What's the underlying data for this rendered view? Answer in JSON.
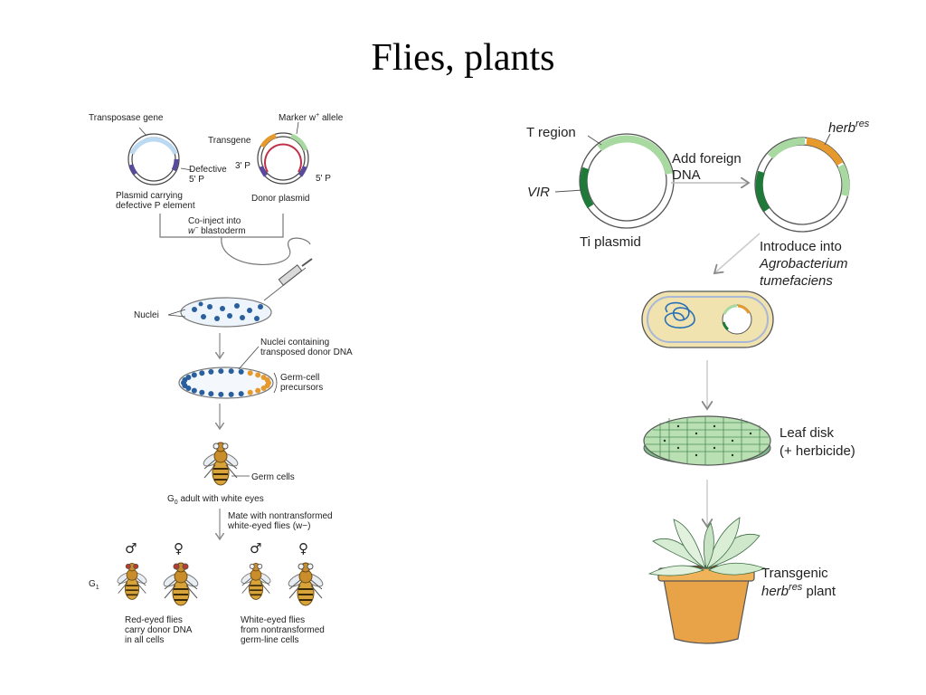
{
  "title": "Flies, plants",
  "flies": {
    "transposase_gene": "Transposase gene",
    "marker_allele": "Marker w",
    "marker_allele_sup": "+",
    "marker_allele_end": " allele",
    "transgene": "Transgene",
    "three_p": "3' P",
    "five_p_left": "5' P",
    "defective": "Defective",
    "five_p_right": "5' P",
    "plasmid_carrying_1": "Plasmid carrying",
    "plasmid_carrying_2": "defective P element",
    "donor_plasmid": "Donor plasmid",
    "coinject_1": "Co-inject into",
    "coinject_2_w": "w",
    "coinject_2_sup": "−",
    "coinject_2_end": " blastoderm",
    "nuclei": "Nuclei",
    "nuclei_containing_1": "Nuclei containing",
    "nuclei_containing_2": "transposed donor DNA",
    "germ_cell_1": "Germ-cell",
    "germ_cell_2": "precursors",
    "germ_cells": "Germ cells",
    "g0": "G",
    "g0_sub": "0",
    "g0_end": " adult with white eyes",
    "mate_1": "Mate with nontransformed",
    "mate_2": "white-eyed flies (w−)",
    "g1": "G",
    "g1_sub": "1",
    "male_symbol": "♂",
    "female_symbol": "♀",
    "red_eyed_1": "Red-eyed flies",
    "red_eyed_2": "carry donor DNA",
    "red_eyed_3": "in all cells",
    "white_eyed_1": "White-eyed flies",
    "white_eyed_2": "from nontransformed",
    "white_eyed_3": "germ-line cells"
  },
  "plants": {
    "t_region": "T region",
    "vir": "VIR",
    "ti_plasmid": "Ti plasmid",
    "add_foreign_1": "Add foreign",
    "add_foreign_2": "DNA",
    "herb": "herb",
    "herb_sup": "res",
    "introduce_1": "Introduce into",
    "introduce_2": "Agrobacterium",
    "introduce_3": "tumefaciens",
    "leaf_disk_1": "Leaf disk",
    "leaf_disk_2": "(+ herbicide)",
    "transgenic_1": "Transgenic",
    "transgenic_2_a": "herb",
    "transgenic_2_sup": "res",
    "transgenic_2_end": " plant"
  },
  "colors": {
    "plasmid_green": "#a8d9a0",
    "dark_green": "#1f7a3a",
    "orange": "#e69a2e",
    "nuclei_blue": "#2a5f9e",
    "pot": "#e8a349",
    "bacterium": "#f0e3b0"
  }
}
